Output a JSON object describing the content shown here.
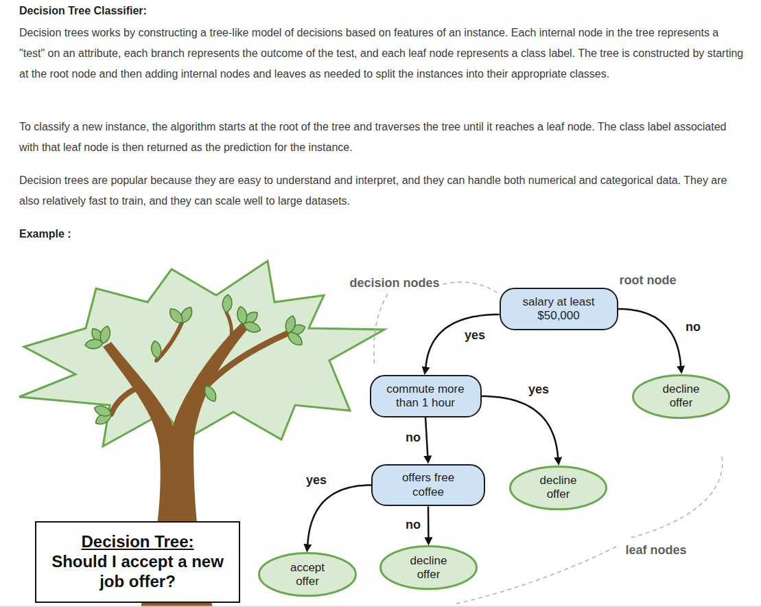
{
  "diagram": {
    "title": "Decision Tree Classifier:",
    "nodes": [
      {
        "text": [
          "salary at least $50,000"
        ]
      },
      {
        "text": [
          "commute more than 1 hour"
        ]
      },
      {
        "text": [
          "decline offer"
        ]
      },
      {
        "text": [
          "offers free coffee"
        ]
      },
      {
        "text": [
          "decline offer"
        ]
      },
      {
        "text": [
          "accept offer"
        ]
      },
      {
        "text": [
          "decline offer"
        ]
      },
      {
        "text": [
          "Decision Tree:",
          "Should I accept a new job offer?"
        ]
      }
    ],
    "edges": [
      {
        "from": 0,
        "to": 1,
        "label": "yes",
        "arrow": "to"
      },
      {
        "from": 0,
        "to": 2,
        "label": "no",
        "arrow": "to"
      },
      {
        "from": 1,
        "to": 4,
        "label": "yes",
        "arrow": "to"
      },
      {
        "from": 1,
        "to": 3,
        "label": "no",
        "arrow": "to"
      },
      {
        "from": 3,
        "to": 5,
        "label": "yes",
        "arrow": "to"
      },
      {
        "from": 3,
        "to": 6,
        "label": "no",
        "arrow": "to"
      }
    ],
    "labels": [
      "Decision trees works by constructing a tree-like model of decisions based on features of an instance. Each internal node in the tree represents a \"test\" on an attribute, each branch represents the outcome of the test, and each leaf node represents a class label. The tree is constructed by starting at the root node and then adding internal nodes and leaves as needed to split the instances into their appropriate classes.",
      "To classify a new instance, the algorithm starts at the root of the tree and traverses the tree until it reaches a leaf node. The class label associated with that leaf node is then returned as the prediction for the instance.",
      "Decision trees are popular because they are easy to understand and interpret, and they can handle both numerical and categorical data. They are also relatively fast to train, and they can scale well to large datasets.",
      "Example :",
      "decision nodes",
      "root node",
      "leaf nodes"
    ]
  }
}
